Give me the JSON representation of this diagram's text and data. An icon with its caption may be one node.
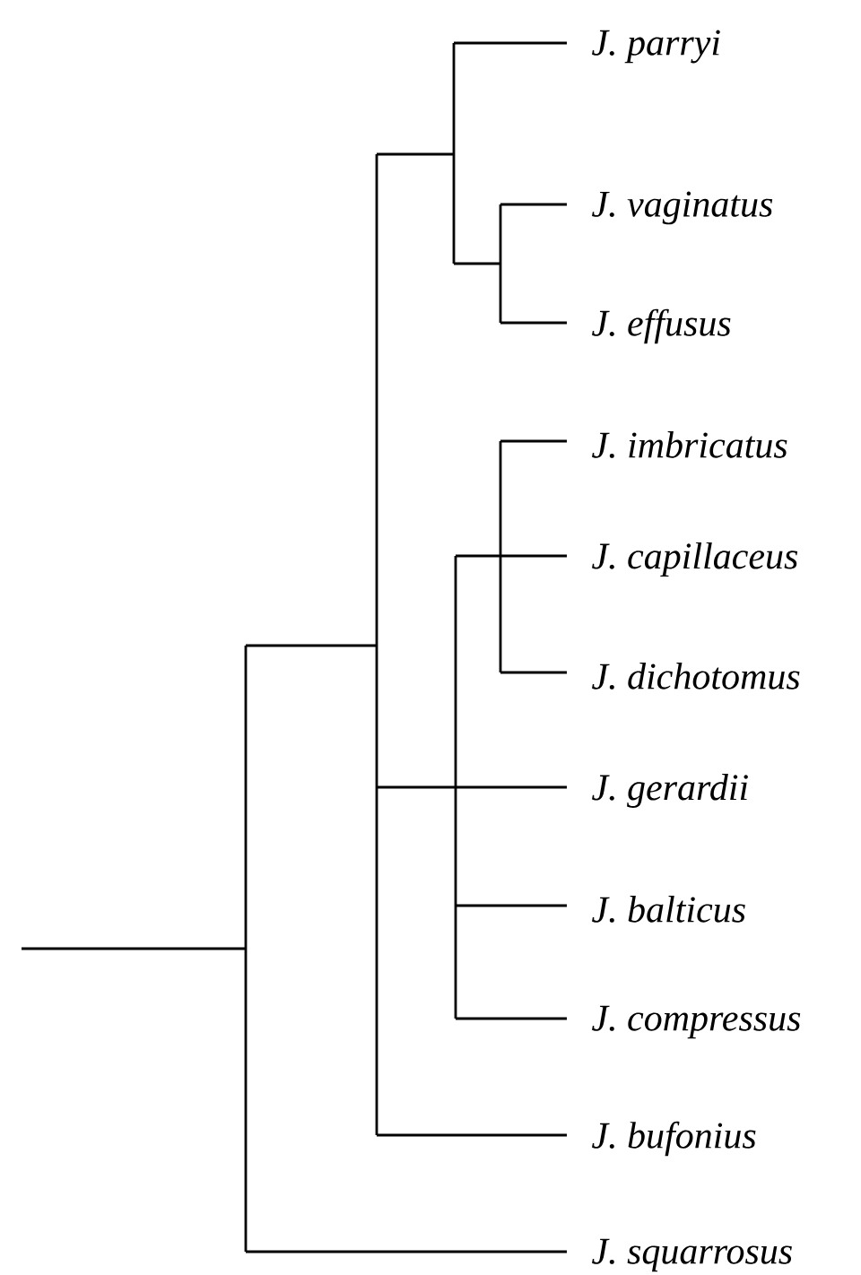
{
  "diagram": {
    "labels": [
      "J. parryi",
      "J. vaginatus",
      "J. effusus",
      "J. imbricatus",
      "J. capillaceus",
      "J. dichotomus",
      "J. gerardii",
      "J. balticus",
      "J. compressus",
      "J. bufonius",
      "J. squarrosus"
    ]
  }
}
